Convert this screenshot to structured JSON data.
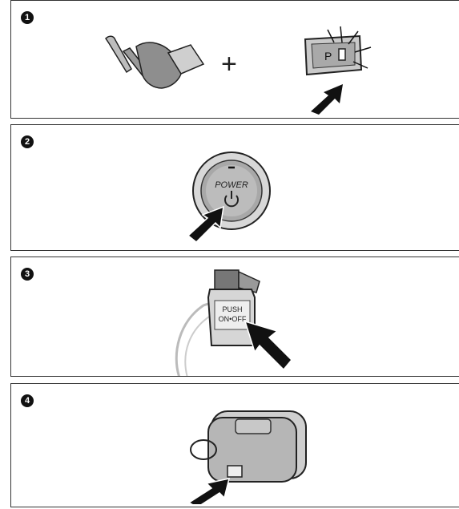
{
  "steps": [
    {
      "number": "1",
      "plus": "+",
      "p_label": "P"
    },
    {
      "number": "2",
      "power_label": "POWER"
    },
    {
      "number": "3",
      "push_label_1": "PUSH",
      "push_label_2": "ON•OFF"
    },
    {
      "number": "4"
    }
  ],
  "icons": [
    "brake-pedal-icon",
    "park-switch-icon",
    "power-switch-icon",
    "parking-brake-switch-icon",
    "key-fob-icon",
    "press-arrow-icon"
  ],
  "colors": {
    "border": "#333333",
    "metal": "#b9b9b9",
    "dark": "#1a1a1a"
  }
}
